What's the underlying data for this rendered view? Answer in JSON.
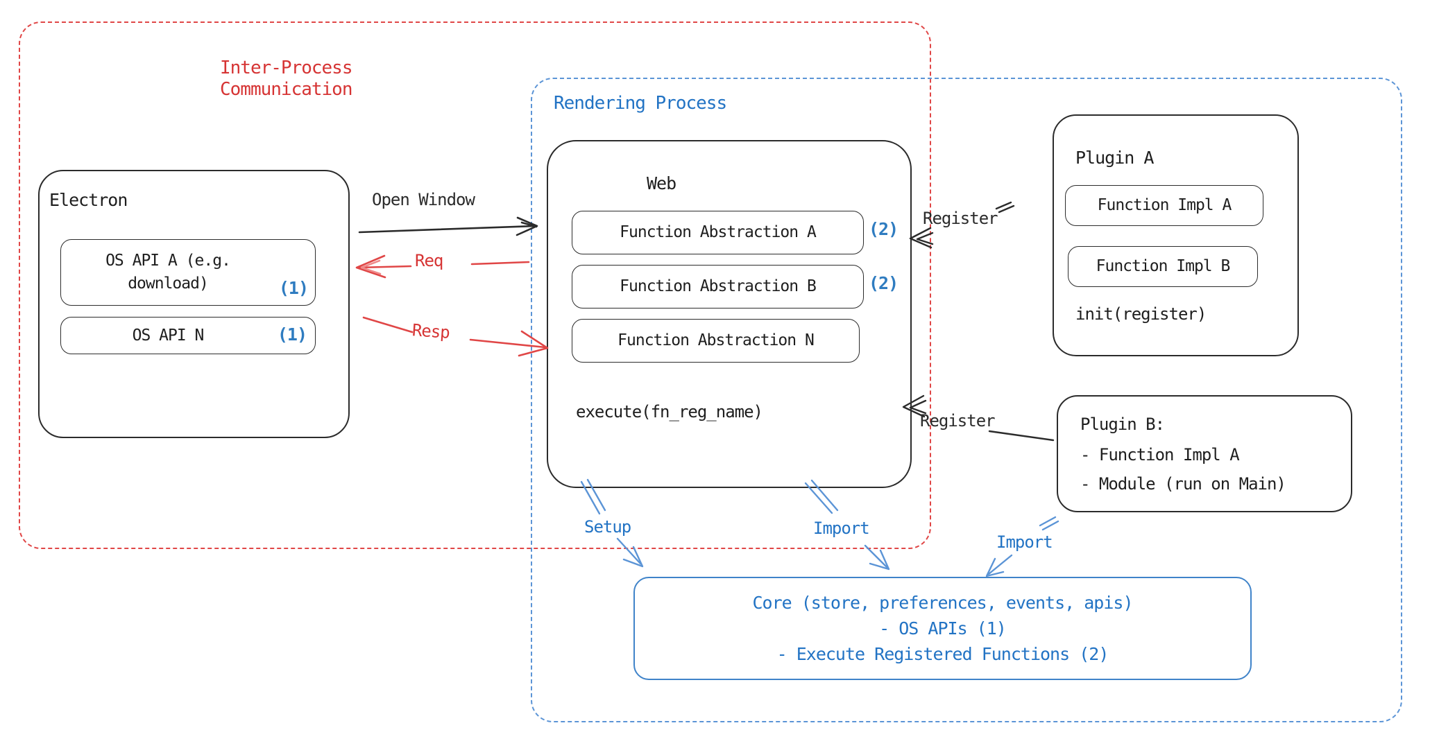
{
  "colors": {
    "red": "#d63434",
    "blue": "#2273c4",
    "dash_red": "#e04646",
    "dash_blue": "#5b94d6",
    "ink": "#1e1e1e"
  },
  "regions": {
    "ipc": {
      "label": "Inter-Process\nCommunication"
    },
    "rendering": {
      "label": "Rendering Process"
    }
  },
  "electron": {
    "title": "Electron",
    "api_a": {
      "line1": "OS API A (e.g.",
      "line2": "download)",
      "badge": "(1)"
    },
    "api_n": {
      "label": "OS API N",
      "badge": "(1)"
    }
  },
  "web": {
    "title": "Web",
    "abstractions": [
      {
        "label": "Function Abstraction A",
        "badge": "(2)"
      },
      {
        "label": "Function Abstraction B",
        "badge": "(2)"
      },
      {
        "label": "Function Abstraction N",
        "badge": ""
      }
    ],
    "execute": "execute(fn_reg_name)"
  },
  "plugin_a": {
    "title": "Plugin A",
    "impl_a": "Function Impl A",
    "impl_b": "Function Impl B",
    "init": "init(register)"
  },
  "plugin_b": {
    "title": "Plugin B:",
    "item1": "- Function Impl A",
    "item2": "- Module (run on Main)"
  },
  "core": {
    "line1": "Core (store, preferences, events, apis)",
    "line2": "- OS APIs (1)",
    "line3": "- Execute Registered Functions (2)"
  },
  "arrows": {
    "open_window": "Open Window",
    "req": "Req",
    "resp": "Resp",
    "register_top": "Register",
    "register_bottom": "Register",
    "setup": "Setup",
    "import_web": "Import",
    "import_plugin": "Import"
  }
}
